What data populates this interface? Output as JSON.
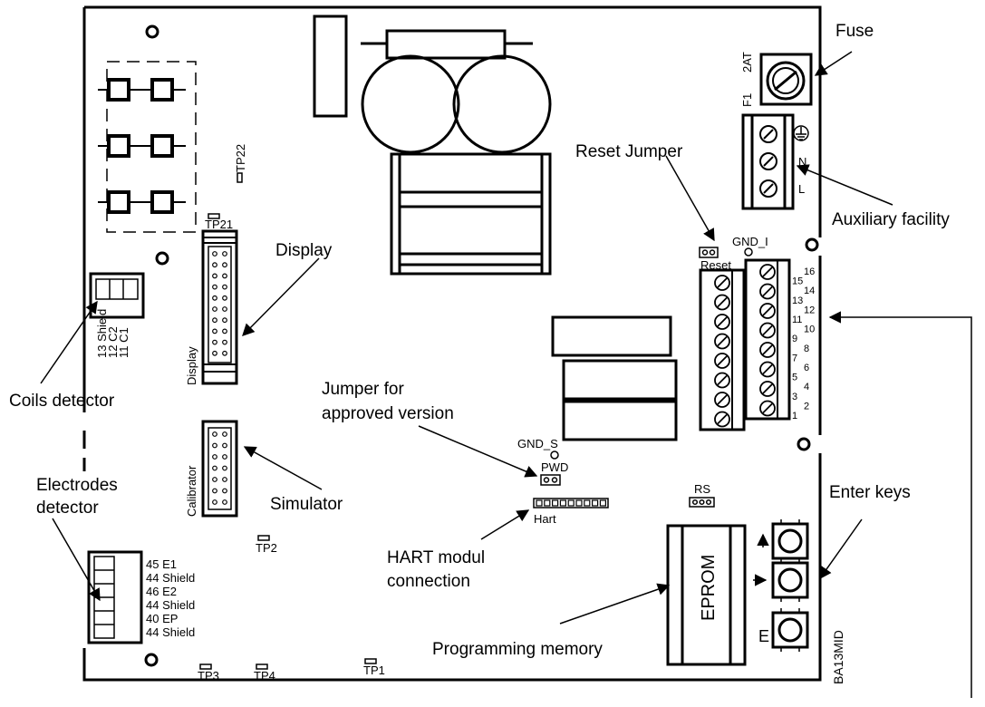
{
  "callouts": {
    "fuse": "Fuse",
    "reset_jumper": "Reset Jumper",
    "auxiliary": "Auxiliary facility",
    "display": "Display",
    "coils": "Coils detector",
    "jumper_line1": "Jumper for",
    "jumper_line2": "approved version",
    "simulator": "Simulator",
    "electrodes_line1": "Electrodes",
    "electrodes_line2": "detector",
    "enter_keys": "Enter keys",
    "hart_line1": "HART modul",
    "hart_line2": "connection",
    "programming": "Programming memory"
  },
  "board": {
    "fuse_rating": "2AT",
    "fuse_ref": "F1",
    "aux_n": "N",
    "aux_l": "L",
    "tp22": "TP22",
    "tp21": "TP21",
    "display_conn": "Display",
    "calibrator_conn": "Calibrator",
    "gnd_i": "GND_I",
    "reset": "Reset",
    "gnd_s": "GND_S",
    "pwd": "PWD",
    "rs": "RS",
    "hart": "Hart",
    "tp2": "TP2",
    "tp3": "TP3",
    "tp4": "TP4",
    "tp1": "TP1",
    "eprom": "EPROM",
    "key_e": "E",
    "doc_id": "BA13MID",
    "coil_terms": [
      "13 Shield",
      "12 C2",
      "11 C1"
    ],
    "electrode_terms": [
      "45 E1",
      "44 Shield",
      "46 E2",
      "44 Shield",
      "40 EP",
      "44 Shield"
    ],
    "terminal_numbers": [
      "16",
      "15",
      "14",
      "13",
      "12",
      "11",
      "10",
      "9",
      "8",
      "7",
      "6",
      "5",
      "4",
      "3",
      "2",
      "1"
    ]
  }
}
